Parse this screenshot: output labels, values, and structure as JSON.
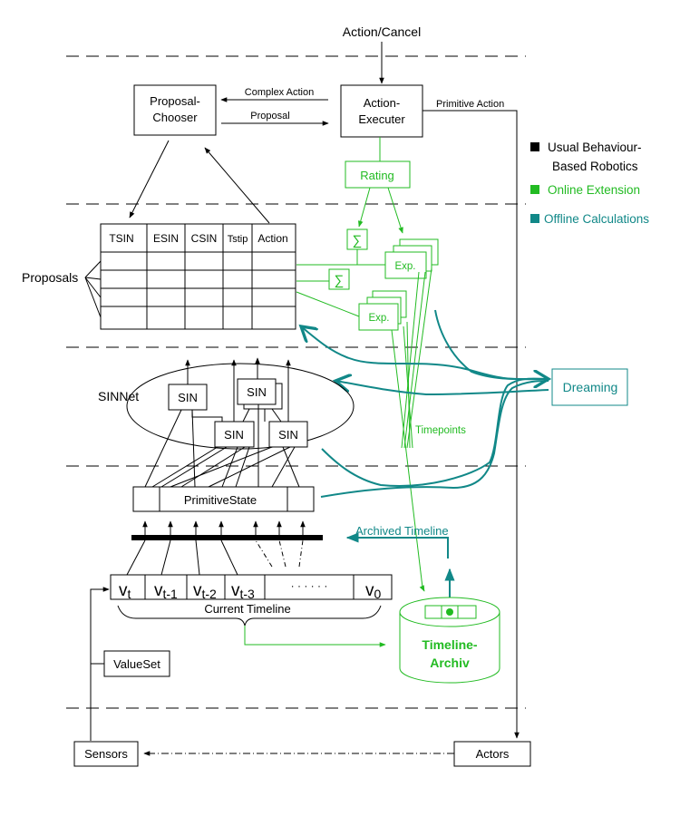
{
  "colors": {
    "black": "#000000",
    "green": "#22bb22",
    "teal": "#118888"
  },
  "top_label": "Action/Cancel",
  "proposal_chooser": {
    "line1": "Proposal-",
    "line2": "Chooser"
  },
  "action_executer": {
    "line1": "Action-",
    "line2": "Executer"
  },
  "arrows": {
    "complex_action": "Complex Action",
    "proposal": "Proposal",
    "primitive_action": "Primitive Action"
  },
  "legend": [
    {
      "line1": "Usual Behaviour-",
      "line2": "Based Robotics",
      "color": "#000000"
    },
    {
      "line1": "Online Extension",
      "line2": "",
      "color": "#22bb22"
    },
    {
      "line1": "Offline Calculations",
      "line2": "",
      "color": "#118888"
    }
  ],
  "rating": "Rating",
  "sum_symbol": "∑",
  "exp_label": "Exp.",
  "proposals_label": "Proposals",
  "proposals_table": {
    "headers": [
      "TSIN",
      "ESIN",
      "CSIN",
      "Tstip",
      "Action"
    ]
  },
  "dreaming": "Dreaming",
  "sinnet_label": "SINNet",
  "sin_label": "SIN",
  "timepoints": "Timepoints",
  "primitive_state": "PrimitiveState",
  "archived_timeline": "Archived Timeline",
  "current_timeline": {
    "cells": [
      {
        "base": "v",
        "sub": "t"
      },
      {
        "base": "v",
        "sub": "t-1"
      },
      {
        "base": "v",
        "sub": "t-2"
      },
      {
        "base": "v",
        "sub": "t-3"
      },
      {
        "base": "· · · · · ·",
        "sub": ""
      },
      {
        "base": "v",
        "sub": "0"
      }
    ],
    "label": "Current Timeline"
  },
  "timeline_archiv": {
    "line1": "Timeline-",
    "line2": "Archiv"
  },
  "valueset": "ValueSet",
  "sensors": "Sensors",
  "actors": "Actors"
}
